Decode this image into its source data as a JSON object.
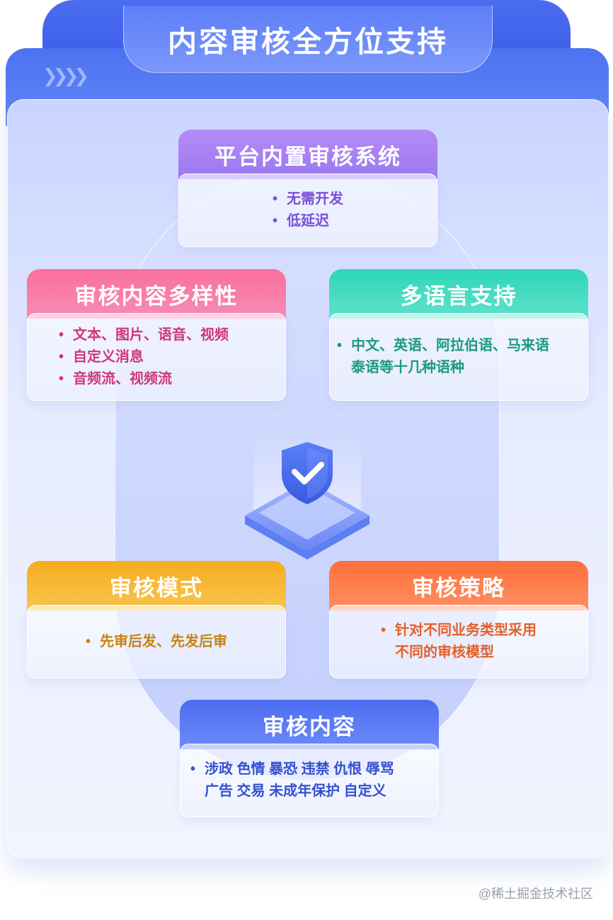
{
  "header": {
    "title": "内容审核全方位支持",
    "chevron_icon": "chevron-right-icon"
  },
  "cards": {
    "platform": {
      "title": "平台内置审核系统",
      "bullets": [
        "无需开发",
        "低延迟"
      ],
      "color": "#9b79f0"
    },
    "diversity": {
      "title": "审核内容多样性",
      "bullets": [
        "文本、图片、语音、视频",
        "自定义消息",
        "音频流、视频流"
      ],
      "color": "#fa6f9c"
    },
    "language": {
      "title": "多语言支持",
      "line1": "中文、英语、阿拉伯语、马来语",
      "line2": "泰语等十几种语种",
      "color": "#2ed6b8"
    },
    "mode": {
      "title": "审核模式",
      "bullets": [
        "先审后发、先发后审"
      ],
      "color": "#f6ac1f"
    },
    "strategy": {
      "title": "审核策略",
      "line1": "针对不同业务类型采用",
      "line2": "不同的审核模型",
      "color": "#ff6e3a"
    },
    "content": {
      "title": "审核内容",
      "line1": "涉政 色情 暴恐 违禁 仇恨 辱骂",
      "line2": "广告 交易 未成年保护 自定义",
      "color": "#4b6cf1"
    }
  },
  "center": {
    "icon": "shield-check-icon"
  },
  "watermark": "@稀土掘金技术社区"
}
